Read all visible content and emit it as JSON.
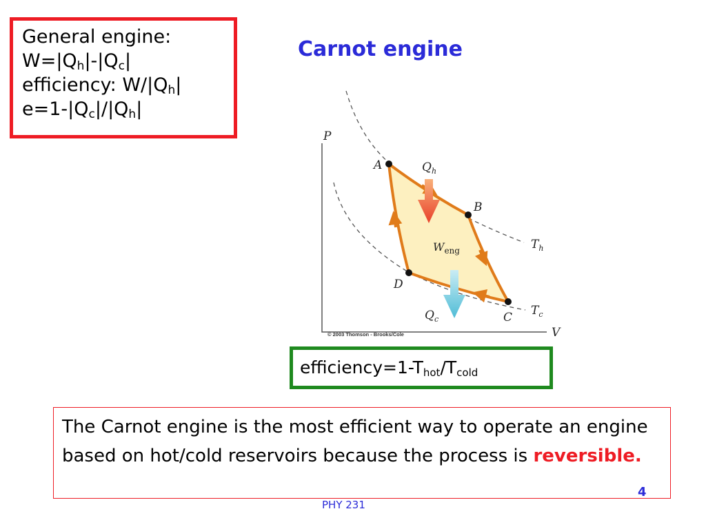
{
  "general_engine": {
    "heading": "General engine:",
    "work_lhs": "W=|Q",
    "work_sub_h": "h",
    "work_mid": "|-|Q",
    "work_sub_c": "c",
    "work_end": "|",
    "eff_label": "efficiency: W/|Q",
    "eff_sub_h": "h",
    "eff_end": "|",
    "e_lhs": "e=1-|Q",
    "e_sub_c": "c",
    "e_mid": "|/|Q",
    "e_sub_h": "h",
    "e_end": "|"
  },
  "title": "Carnot engine",
  "diagram": {
    "axis_p": "P",
    "axis_v": "V",
    "point_a": "A",
    "point_b": "B",
    "point_c": "C",
    "point_d": "D",
    "qh_main": "Q",
    "qh_sub": "h",
    "qc_main": "Q",
    "qc_sub": "c",
    "w_main": "W",
    "w_sub": "eng",
    "th_main": "T",
    "th_sub": "h",
    "tc_main": "T",
    "tc_sub": "c",
    "copyright": "© 2003 Thomson - Brooks/Cole",
    "colors": {
      "cycle_stroke": "#e07b1a",
      "cycle_fill": "#fdf0c0",
      "hot_arrow": "#e8412a",
      "cold_arrow": "#5cc4dc"
    }
  },
  "efficiency_formula": {
    "lhs": "efficiency=1-T",
    "sub1": "hot",
    "mid": "/T",
    "sub2": "cold"
  },
  "summary": {
    "text": "The Carnot engine is the most efficient way to operate an engine based on hot/cold reservoirs because the process is ",
    "emphasis": "reversible."
  },
  "footer": {
    "slide_number": "4",
    "course": "PHY 231"
  },
  "colors": {
    "red_border": "#ee1c24",
    "green_border": "#1f8a1f",
    "title_blue": "#2b2bd8"
  }
}
